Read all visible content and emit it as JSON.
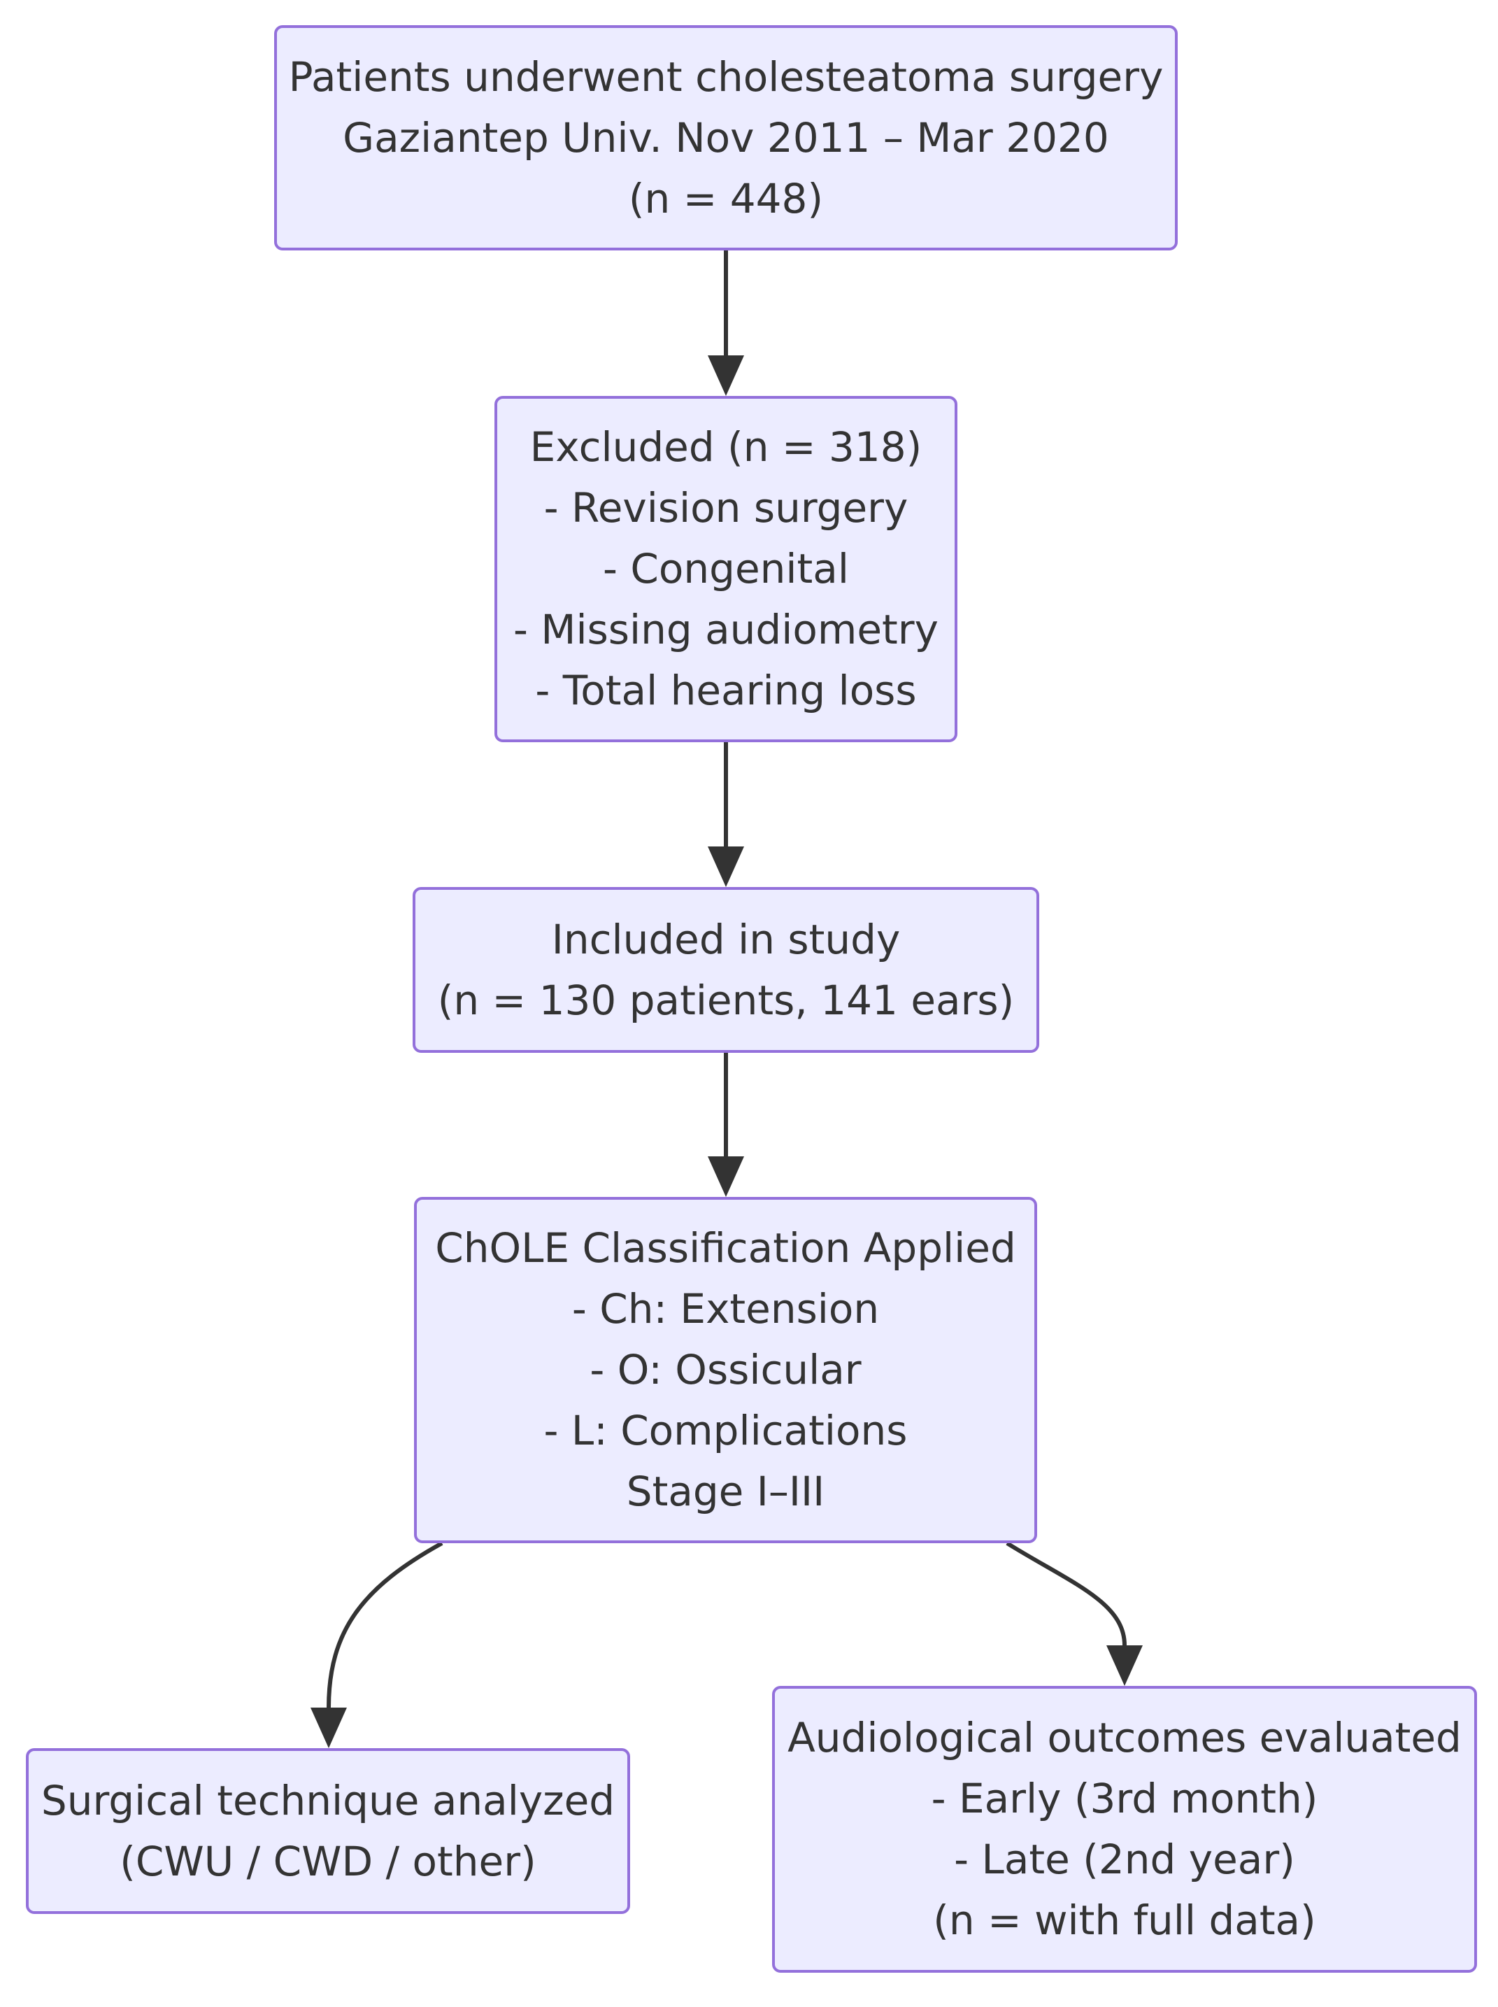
{
  "colors": {
    "node_fill": "#ececff",
    "node_border": "#9370db",
    "text": "#333333",
    "arrow": "#333333"
  },
  "nodes": {
    "start": {
      "lines": [
        "Patients underwent cholesteatoma surgery",
        "Gaziantep Univ. Nov 2011 – Mar 2020",
        "(n = 448)"
      ]
    },
    "excluded": {
      "lines": [
        "Excluded (n = 318)",
        "- Revision surgery",
        "- Congenital",
        "- Missing audiometry",
        "- Total hearing loss"
      ]
    },
    "included": {
      "lines": [
        "Included in study",
        "(n = 130 patients, 141 ears)"
      ]
    },
    "chole": {
      "lines": [
        "ChOLE Classification Applied",
        "- Ch: Extension",
        "- O: Ossicular",
        "- L: Complications",
        "Stage I–III"
      ]
    },
    "surgical": {
      "lines": [
        "Surgical technique analyzed",
        "(CWU / CWD / other)"
      ]
    },
    "audio": {
      "lines": [
        "Audiological outcomes evaluated",
        "- Early (3rd month)",
        "- Late (2nd year)",
        "(n = with full data)"
      ]
    }
  },
  "edges": [
    {
      "from": "start",
      "to": "excluded"
    },
    {
      "from": "excluded",
      "to": "included"
    },
    {
      "from": "included",
      "to": "chole"
    },
    {
      "from": "chole",
      "to": "surgical"
    },
    {
      "from": "chole",
      "to": "audio"
    }
  ]
}
